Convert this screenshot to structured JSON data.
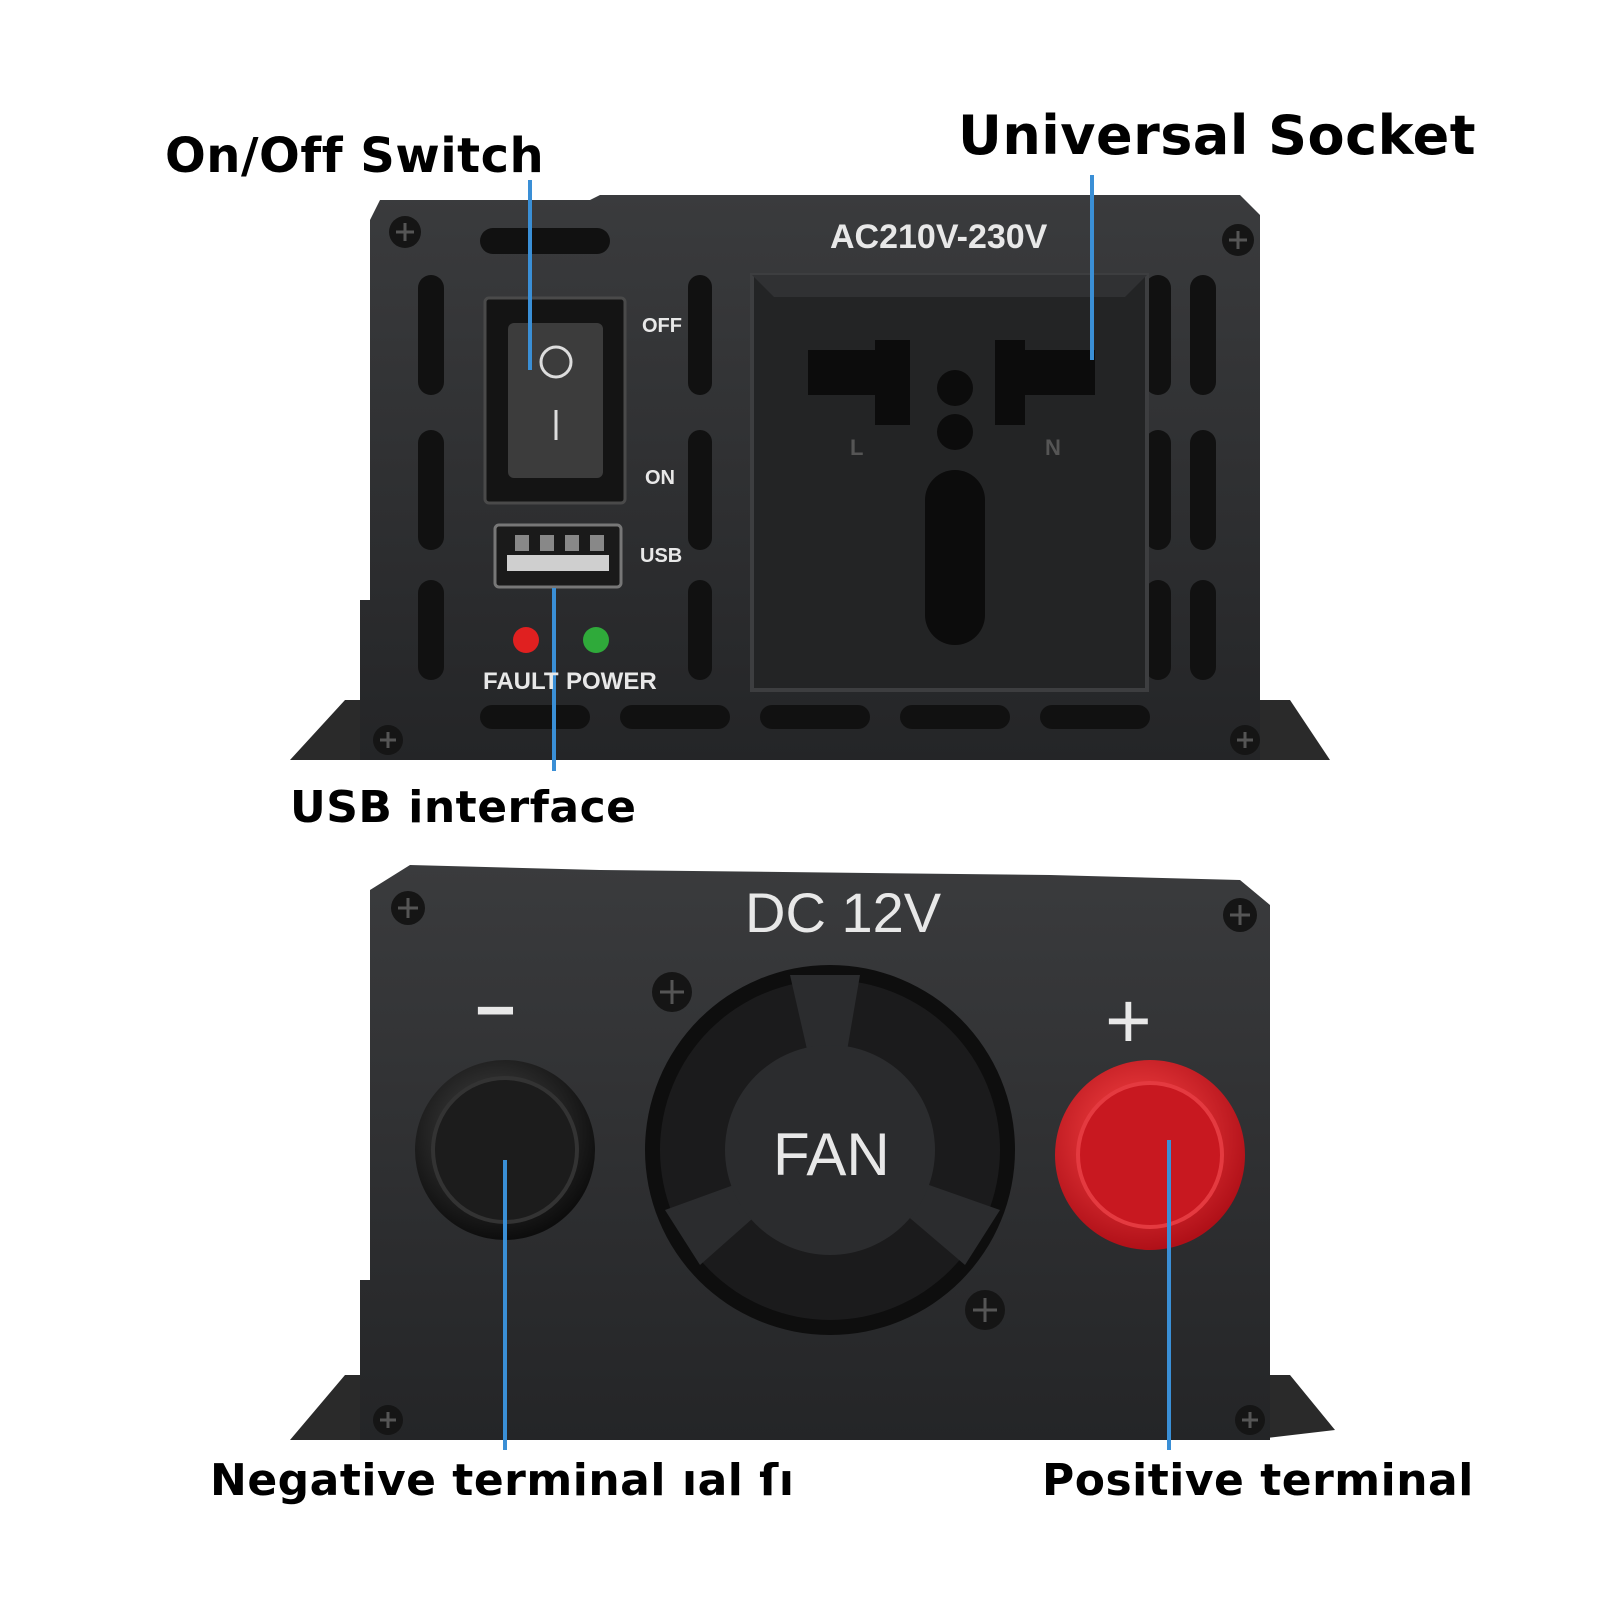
{
  "callouts": {
    "on_off_switch": "On/Off Switch",
    "universal_socket": "Universal Socket",
    "usb_interface": "USB interface",
    "negative_terminal": "Negative terminal",
    "negative_terminal_artifact": "ıal  ſı",
    "positive_terminal": "Positive terminal"
  },
  "front_panel": {
    "voltage_label": "AC210V-230V",
    "switch_off_label": "OFF",
    "switch_on_label": "ON",
    "usb_label": "USB",
    "fault_label": "FAULT",
    "power_label": "POWER",
    "socket_pin_l": "L",
    "socket_pin_n": "N",
    "fault_led_color": "#e02020",
    "power_led_color": "#2faa3a"
  },
  "rear_panel": {
    "voltage_label": "DC  12V",
    "minus_sign": "−",
    "plus_sign": "+",
    "fan_label": "FAN",
    "negative_cap_color": "#1a1a1a",
    "positive_cap_color": "#d01a22"
  },
  "colors": {
    "housing": "#2b2c2e",
    "leader_line": "#3a8fd6"
  }
}
